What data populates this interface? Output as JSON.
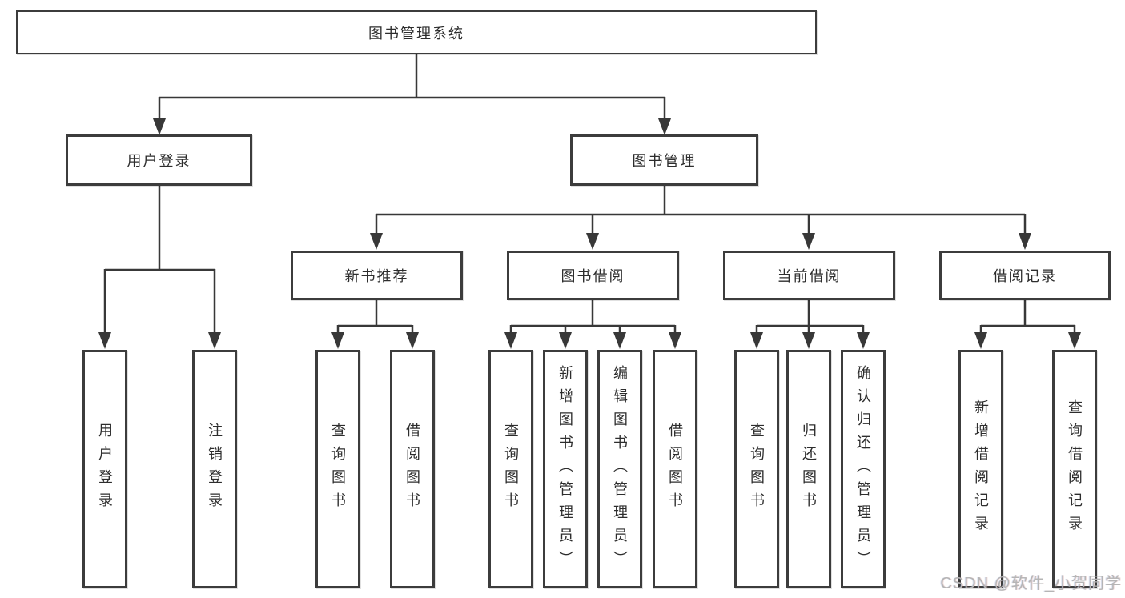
{
  "diagram": {
    "root": {
      "label": "图书管理系统"
    },
    "level2": [
      {
        "label": "用户登录"
      },
      {
        "label": "图书管理"
      }
    ],
    "level3": [
      {
        "label": "新书推荐"
      },
      {
        "label": "图书借阅"
      },
      {
        "label": "当前借阅"
      },
      {
        "label": "借阅记录"
      }
    ],
    "leaves": [
      {
        "label": "用户登录"
      },
      {
        "label": "注销登录"
      },
      {
        "label": "查询图书"
      },
      {
        "label": "借阅图书"
      },
      {
        "label": "查询图书"
      },
      {
        "label": "新增图书（管理员）"
      },
      {
        "label": "编辑图书（管理员）"
      },
      {
        "label": "借阅图书"
      },
      {
        "label": "查询图书"
      },
      {
        "label": "归还图书"
      },
      {
        "label": "确认归还（管理员）"
      },
      {
        "label": "新增借阅记录"
      },
      {
        "label": "查询借阅记录"
      }
    ]
  },
  "watermark": {
    "text": "CSDN @软件_小贺同学"
  },
  "colors": {
    "line": "#383838",
    "border": "#3c3c3c",
    "text": "#2d2d2d",
    "watermark": "#b5b5b5",
    "background": "#ffffff"
  }
}
